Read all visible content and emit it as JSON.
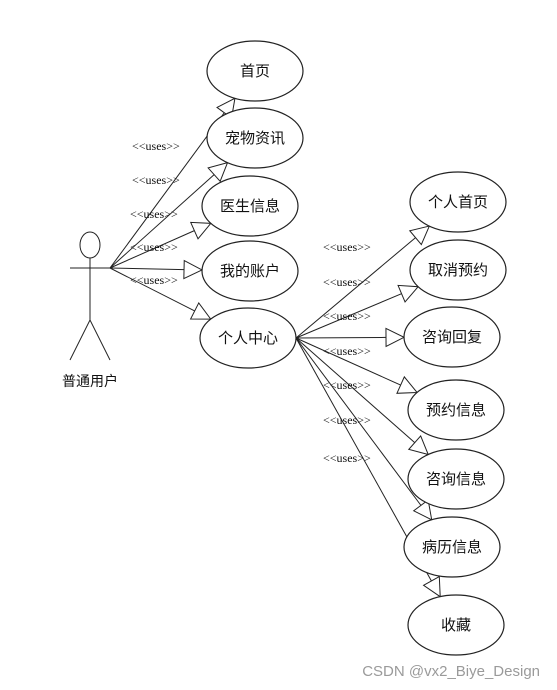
{
  "actor": {
    "label": "普通用户"
  },
  "stereotype": "<<uses>>",
  "main_use_cases": [
    {
      "id": "uc-home",
      "label": "首页"
    },
    {
      "id": "uc-pet-news",
      "label": "宠物资讯"
    },
    {
      "id": "uc-doctor-info",
      "label": "医生信息"
    },
    {
      "id": "uc-my-account",
      "label": "我的账户"
    },
    {
      "id": "uc-personal-center",
      "label": "个人中心"
    }
  ],
  "sub_use_cases": [
    {
      "id": "uc-personal-home",
      "label": "个人首页"
    },
    {
      "id": "uc-cancel-booking",
      "label": "取消预约"
    },
    {
      "id": "uc-consult-reply",
      "label": "咨询回复"
    },
    {
      "id": "uc-booking-info",
      "label": "预约信息"
    },
    {
      "id": "uc-consult-info",
      "label": "咨询信息"
    },
    {
      "id": "uc-medical-record",
      "label": "病历信息"
    },
    {
      "id": "uc-favorites",
      "label": "收藏"
    }
  ],
  "watermark": "CSDN @vx2_Biye_Design"
}
